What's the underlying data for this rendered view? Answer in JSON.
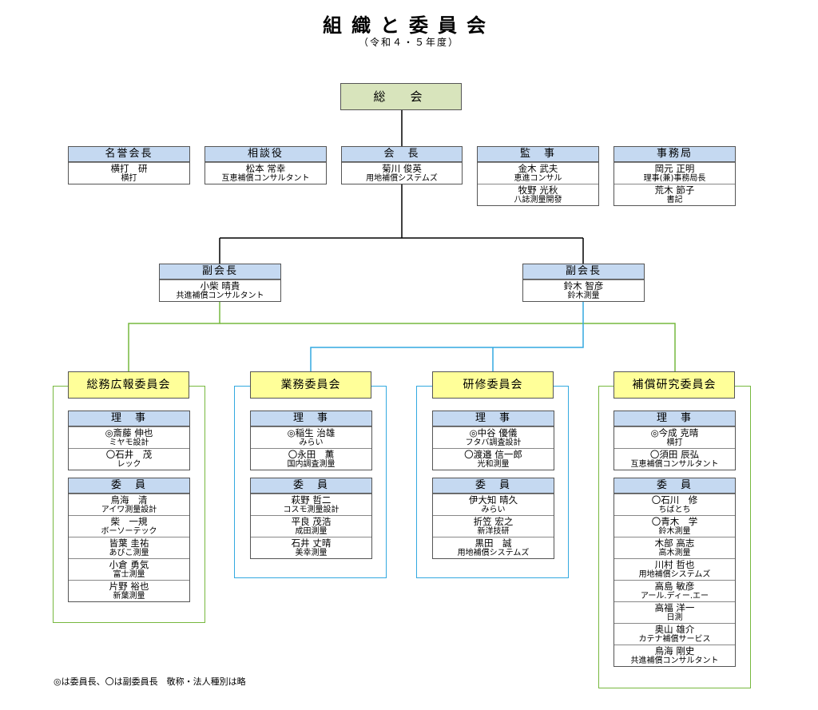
{
  "title": "組織と委員会",
  "subtitle": "（令和４・５年度）",
  "general_assembly": "総　会",
  "top_roles": [
    {
      "label": "名誉会長",
      "members": [
        {
          "name": "横打　研",
          "org": "横打"
        }
      ]
    },
    {
      "label": "相談役",
      "members": [
        {
          "name": "松本 常幸",
          "org": "互恵補償コンサルタント"
        }
      ]
    },
    {
      "label": "会　長",
      "members": [
        {
          "name": "菊川 俊英",
          "org": "用地補償システムズ"
        }
      ]
    },
    {
      "label": "監　事",
      "members": [
        {
          "name": "金木 武夫",
          "org": "恵進コンサル"
        },
        {
          "name": "牧野 光秋",
          "org": "八誌測量開發"
        }
      ]
    },
    {
      "label": "事務局",
      "members": [
        {
          "name": "岡元 正明",
          "org": "理事(兼)事務局長"
        },
        {
          "name": "荒木 節子",
          "org": "書記"
        }
      ]
    }
  ],
  "vice_presidents": [
    {
      "label": "副会長",
      "members": [
        {
          "name": "小柴 晴貴",
          "org": "共進補償コンサルタント"
        }
      ]
    },
    {
      "label": "副会長",
      "members": [
        {
          "name": "鈴木 智彦",
          "org": "鈴木測量"
        }
      ]
    }
  ],
  "committees": [
    {
      "name": "総務広報委員会",
      "directors_label": "理　事",
      "directors": [
        {
          "name": "◎斎藤 伸也",
          "org": "ミヤモ設計"
        },
        {
          "name": "〇石井　茂",
          "org": "レック"
        }
      ],
      "members_label": "委　員",
      "members": [
        {
          "name": "鳥海　清",
          "org": "アイワ測量設計"
        },
        {
          "name": "柴　一規",
          "org": "ボーソーテック"
        },
        {
          "name": "皆葉 圭祐",
          "org": "あびこ測量"
        },
        {
          "name": "小倉 勇気",
          "org": "富士測量"
        },
        {
          "name": "片野 裕也",
          "org": "新葉測量"
        }
      ]
    },
    {
      "name": "業務委員会",
      "directors_label": "理　事",
      "directors": [
        {
          "name": "◎稲生 治雄",
          "org": "みらい"
        },
        {
          "name": "〇永田　薫",
          "org": "国内調査測量"
        }
      ],
      "members_label": "委　員",
      "members": [
        {
          "name": "萩野 哲二",
          "org": "コスモ測量設計"
        },
        {
          "name": "平良 茂浩",
          "org": "成田測量"
        },
        {
          "name": "石井 丈晴",
          "org": "美幸測量"
        }
      ]
    },
    {
      "name": "研修委員会",
      "directors_label": "理　事",
      "directors": [
        {
          "name": "◎中谷 優儀",
          "org": "フタバ調査設計"
        },
        {
          "name": "〇渡邉 信一郎",
          "org": "光和測量"
        }
      ],
      "members_label": "委　員",
      "members": [
        {
          "name": "伊大知 晴久",
          "org": "みらい"
        },
        {
          "name": "折笠 宏之",
          "org": "新洋技研"
        },
        {
          "name": "黒田　誠",
          "org": "用地補償システムズ"
        }
      ]
    },
    {
      "name": "補償研究委員会",
      "directors_label": "理　事",
      "directors": [
        {
          "name": "◎今成 克晴",
          "org": "横打"
        },
        {
          "name": "〇須田 辰弘",
          "org": "互恵補償コンサルタント"
        }
      ],
      "members_label": "委　員",
      "members": [
        {
          "name": "〇石川　修",
          "org": "ちばとち"
        },
        {
          "name": "〇青木　学",
          "org": "鈴木測量"
        },
        {
          "name": "木部 高志",
          "org": "高木測量"
        },
        {
          "name": "川村 哲也",
          "org": "用地補償システムズ"
        },
        {
          "name": "高島 敏彦",
          "org": "アール.ディー.エー"
        },
        {
          "name": "高福 洋一",
          "org": "日測"
        },
        {
          "name": "奥山 雄介",
          "org": "カテナ補償サービス"
        },
        {
          "name": "鳥海 剛史",
          "org": "共進補償コンサルタント"
        }
      ]
    }
  ],
  "footnote": "◎は委員長、〇は副委員長　敬称・法人種別は略",
  "colors": {
    "header_blue": "#c5d9f1",
    "assembly_green": "#d8e4bc",
    "committee_yellow": "#ffff99",
    "line_green": "#77b83f",
    "line_blue": "#33a9e0"
  }
}
